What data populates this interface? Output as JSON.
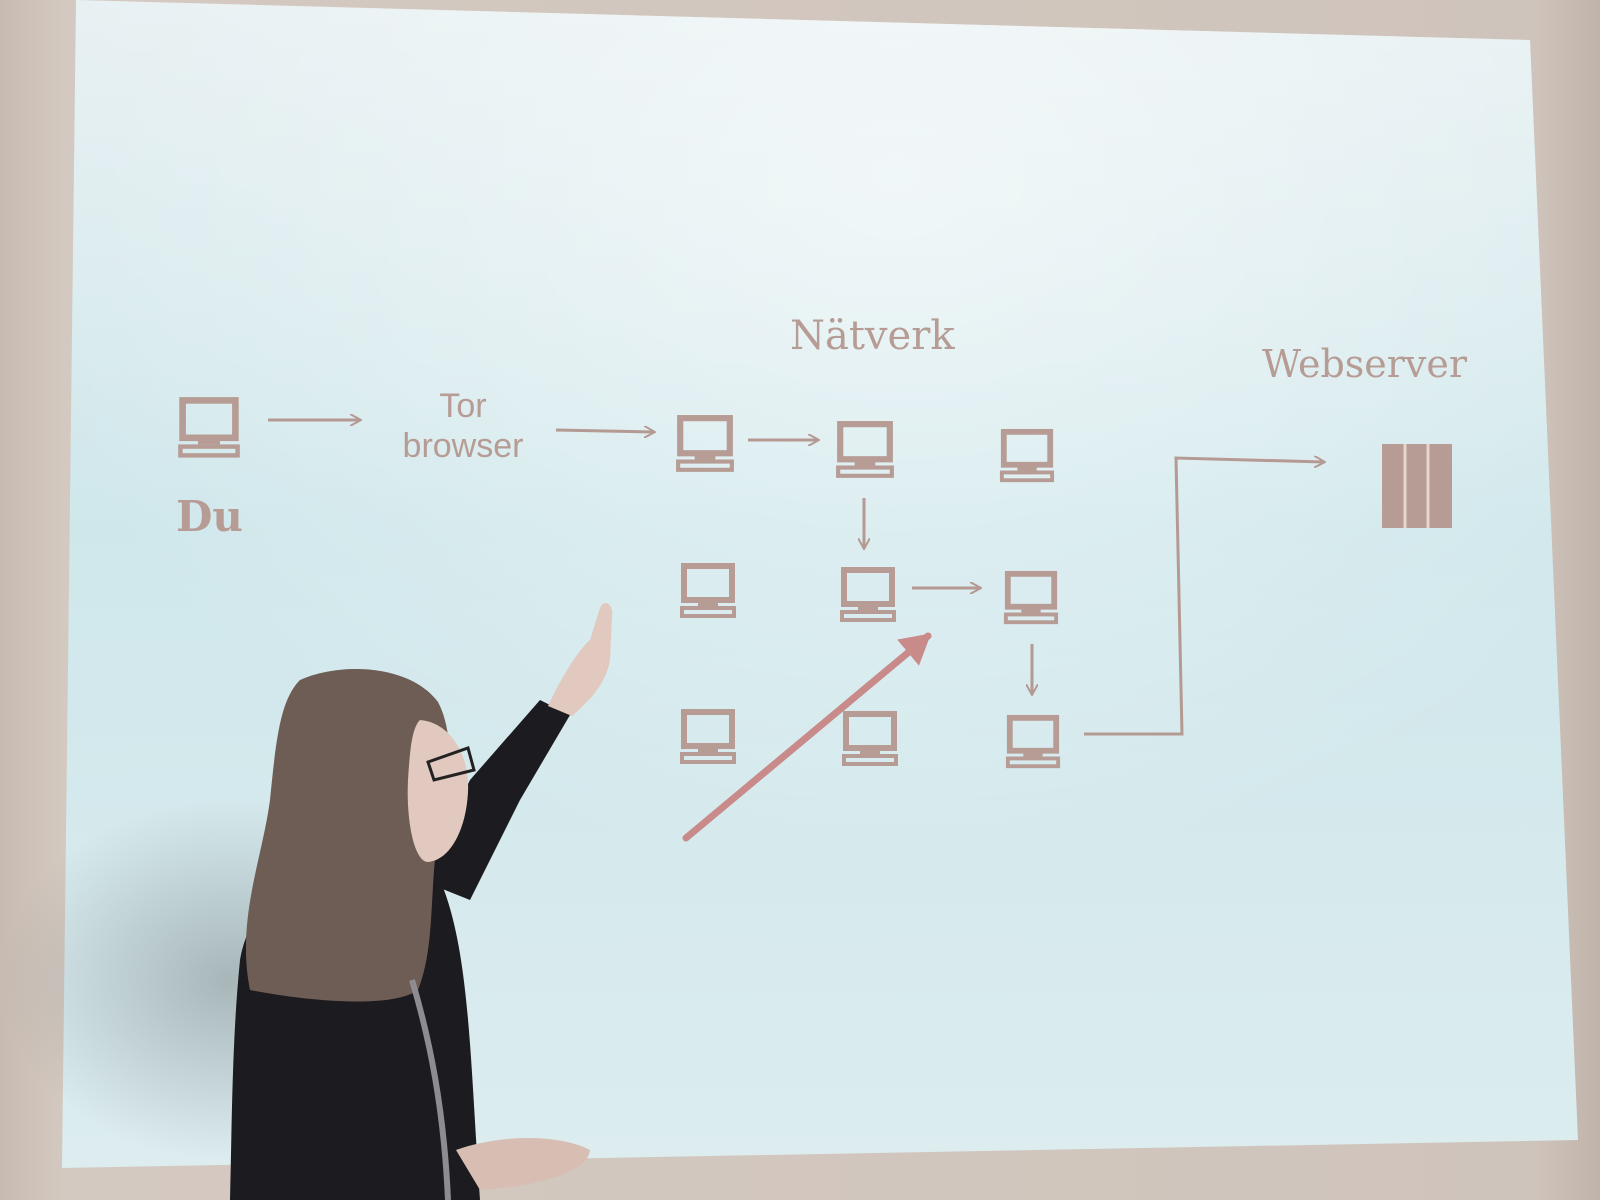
{
  "slide": {
    "labels": {
      "user": "Du",
      "tor_line1": "Tor",
      "tor_line2": "browser",
      "network": "Nätverk",
      "webserver": "Webserver"
    }
  },
  "colors": {
    "screen_top": "#e9f0f2",
    "screen_mid": "#cfe6ea",
    "screen_bottom": "#d9ebef",
    "icon": "#b69c94",
    "arrow": "#b49a93",
    "highlight_arrow": "#c98a8a",
    "sweater": "#1c1b1f",
    "hair": "#6e5d55",
    "skin": "#e1c9bf"
  },
  "icons": {
    "computer": "computer-icon",
    "server": "server-icon"
  }
}
